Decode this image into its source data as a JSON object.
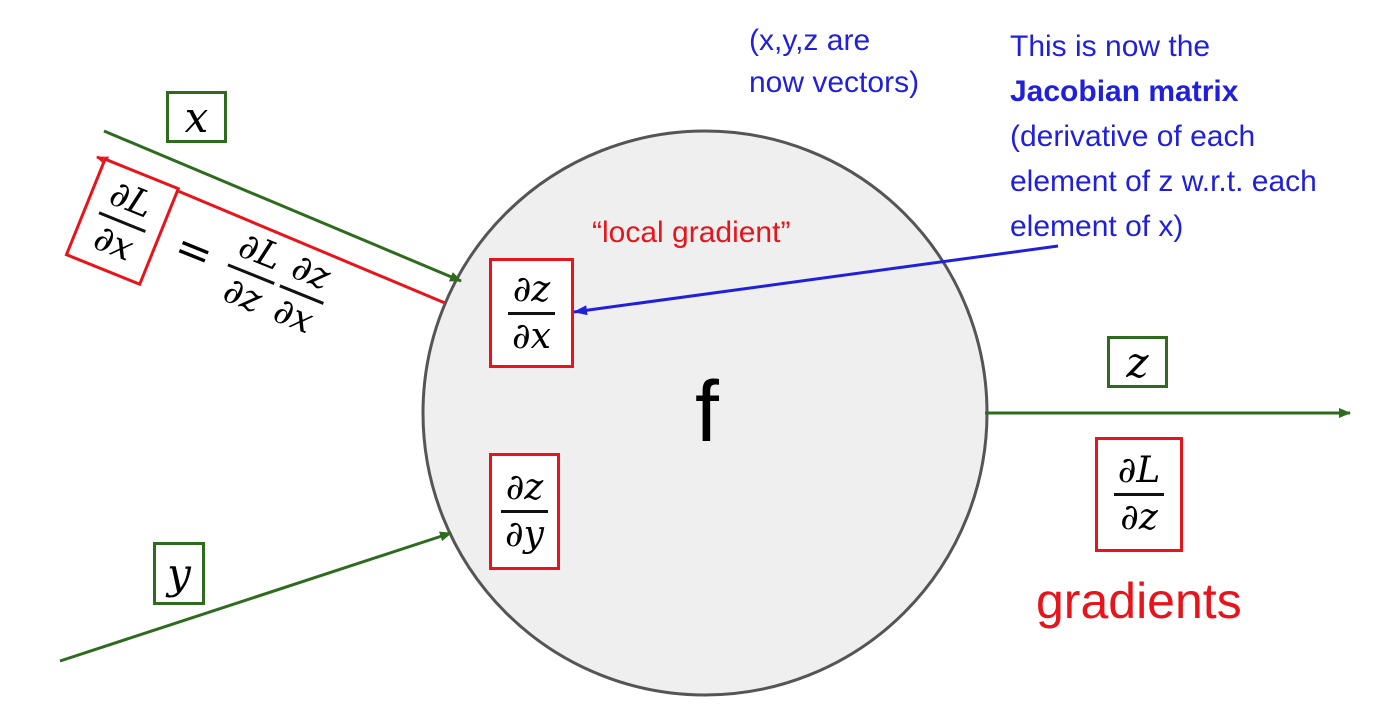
{
  "node": {
    "label": "f"
  },
  "inputs": {
    "x_label": "x",
    "y_label": "y"
  },
  "output": {
    "z_label": "z"
  },
  "upstream_grad": {
    "num": "∂L",
    "den": "∂z"
  },
  "local_grad_x": {
    "num": "∂z",
    "den": "∂x"
  },
  "local_grad_y": {
    "num": "∂z",
    "den": "∂y"
  },
  "chain_rule": {
    "lhs": {
      "num": "∂L",
      "den": "∂x"
    },
    "equals": "=",
    "rhs1": {
      "num": "∂L",
      "den": "∂z"
    },
    "rhs2": {
      "num": "∂z",
      "den": "∂x"
    }
  },
  "annotations": {
    "local_gradient": "“local gradient”",
    "gradients": "gradients",
    "vectors_note": [
      "(x,y,z are",
      "now vectors)"
    ],
    "jacobian_intro": "This is now the",
    "jacobian_bold": "Jacobian matrix",
    "jacobian_detail": [
      "(derivative of each",
      "element of z w.r.t. each",
      "element of x)"
    ]
  },
  "colors": {
    "forward": "#2e6b1f",
    "backward": "#e8141b",
    "annotation": "#1f1fdc",
    "node_fill": "#efefef",
    "node_stroke": "#555555"
  }
}
